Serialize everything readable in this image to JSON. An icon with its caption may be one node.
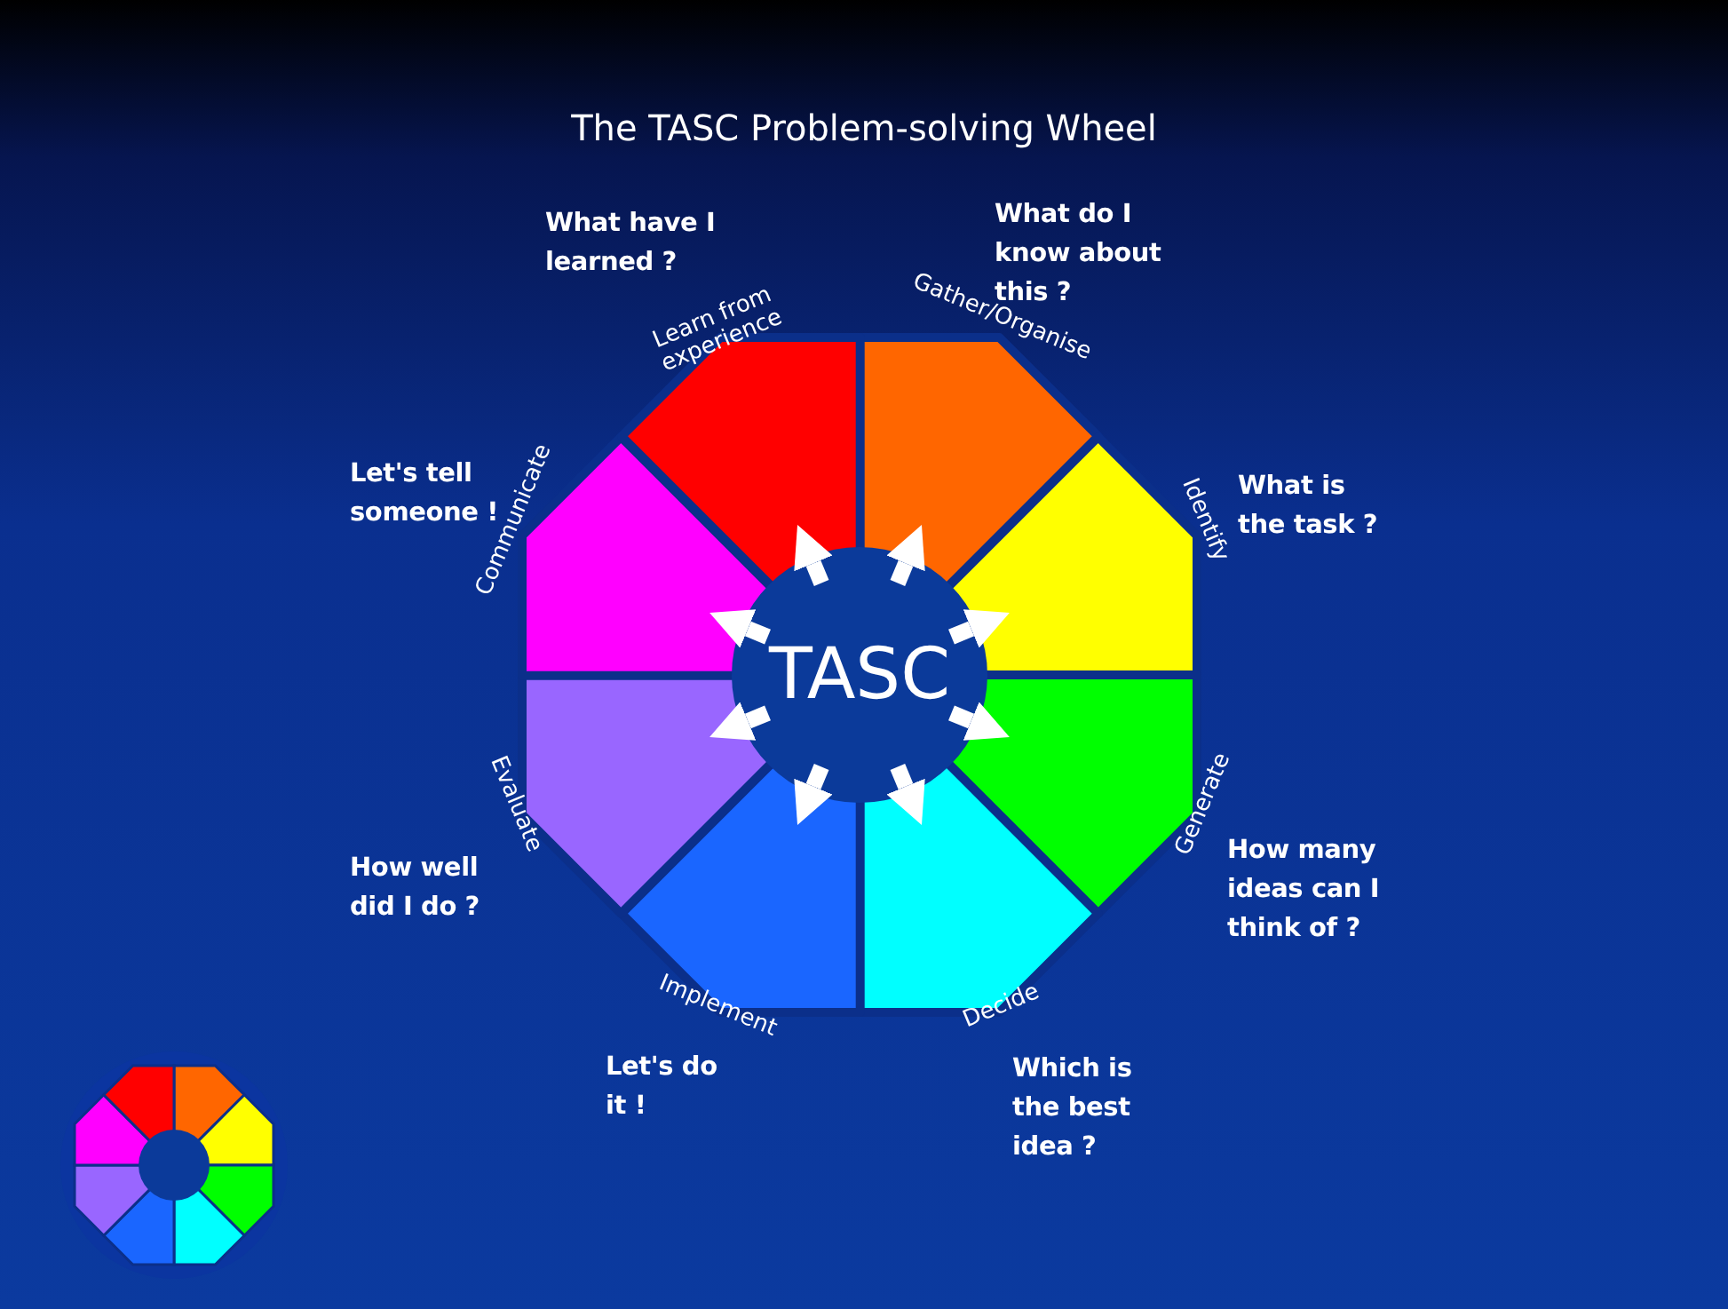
{
  "diagram": {
    "title": "The TASC Problem-solving Wheel",
    "nodes": [
      {
        "text": [
          "TASC"
        ]
      },
      {
        "text": [
          "Gather/Organise"
        ],
        "beside": [
          "What do I know about this ?"
        ]
      },
      {
        "text": [
          "Identify"
        ],
        "beside": [
          "What is the task ?"
        ]
      },
      {
        "text": [
          "Generate"
        ],
        "beside": [
          "How many ideas can I think of ?"
        ]
      },
      {
        "text": [
          "Decide"
        ],
        "beside": [
          "Which is the best idea ?"
        ]
      },
      {
        "text": [
          "Implement"
        ],
        "beside": [
          "Let's do it !"
        ]
      },
      {
        "text": [
          "Evaluate"
        ],
        "beside": [
          "How well did I do ?"
        ]
      },
      {
        "text": [
          "Communicate"
        ],
        "beside": [
          "Let's tell someone !"
        ]
      },
      {
        "text": [
          "Learn from experience"
        ],
        "beside": [
          "What have I learned ?"
        ]
      }
    ],
    "edges": [
      {
        "from": 0,
        "to": 1,
        "arrow": "to"
      },
      {
        "from": 0,
        "to": 2,
        "arrow": "to"
      },
      {
        "from": 0,
        "to": 3,
        "arrow": "to"
      },
      {
        "from": 0,
        "to": 4,
        "arrow": "to"
      },
      {
        "from": 0,
        "to": 5,
        "arrow": "to"
      },
      {
        "from": 0,
        "to": 6,
        "arrow": "to"
      },
      {
        "from": 0,
        "to": 7,
        "arrow": "to"
      },
      {
        "from": 0,
        "to": 8,
        "arrow": "to"
      }
    ]
  }
}
